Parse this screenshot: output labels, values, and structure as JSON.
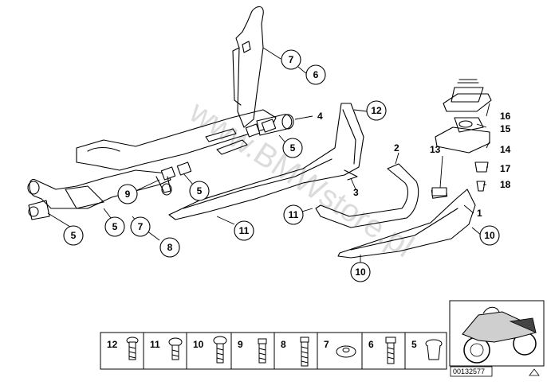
{
  "watermark": "www.BMWstore.pl",
  "catalog_number": "00132577",
  "callouts": [
    "1",
    "2",
    "3",
    "4",
    "5",
    "6",
    "7",
    "8",
    "9",
    "10",
    "11",
    "12",
    "13",
    "14",
    "15",
    "16",
    "17",
    "18"
  ],
  "hardware_strip": [
    "12",
    "11",
    "10",
    "9",
    "8",
    "7",
    "6",
    "5"
  ]
}
